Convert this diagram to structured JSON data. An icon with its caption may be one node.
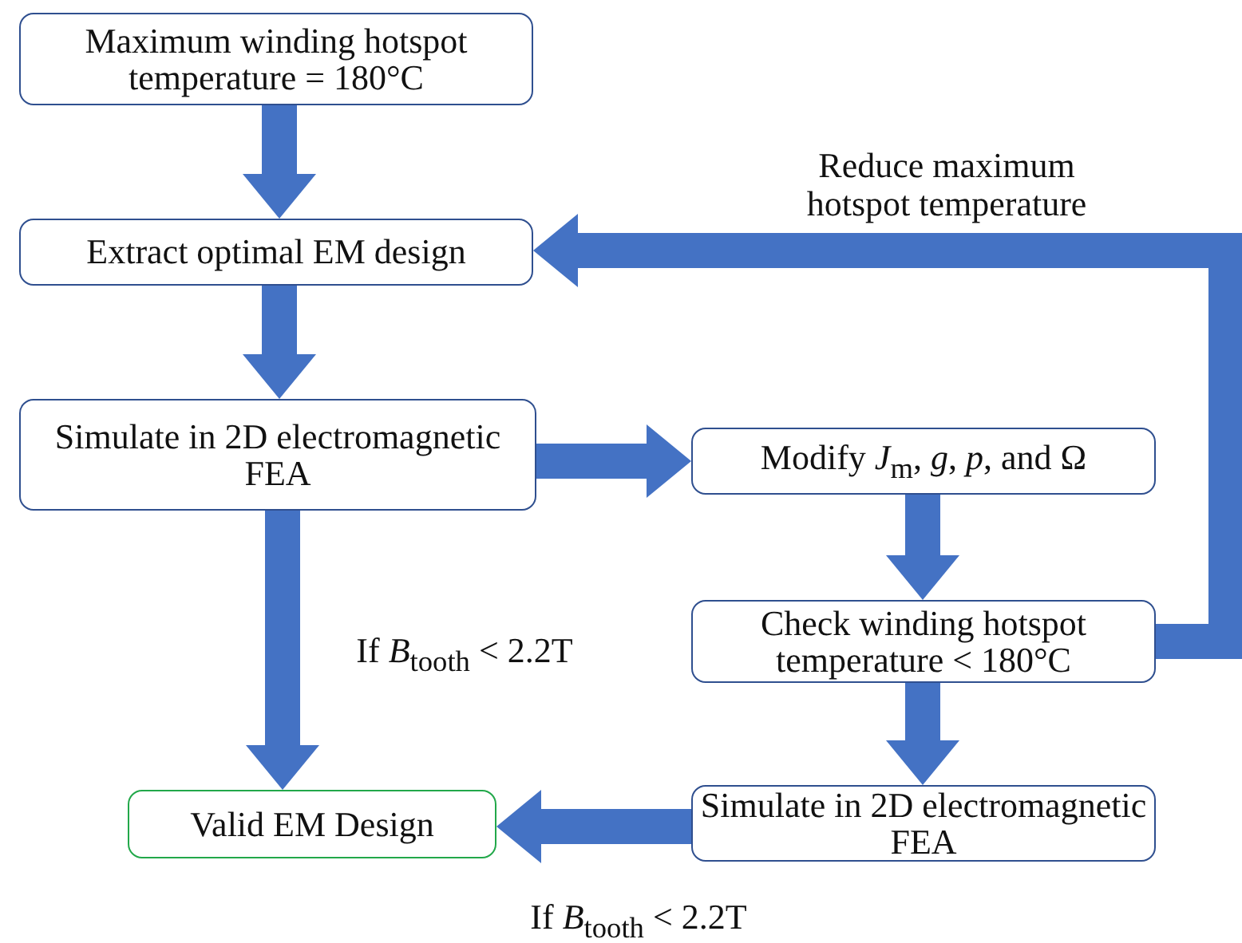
{
  "diagram": {
    "nodes": [
      {
        "text": [
          "Maximum winding hotspot temperature = 180°C"
        ]
      },
      {
        "text": [
          "Extract optimal EM design"
        ]
      },
      {
        "text": [
          "Simulate in 2D electromagnetic FEA"
        ]
      },
      {
        "text": [
          "Modify *J*$_{m}$, *g*, *p*, and Ω"
        ]
      },
      {
        "text": [
          "Check winding hotspot temperature < 180°C"
        ]
      },
      {
        "text": [
          "Valid EM Design"
        ]
      },
      {
        "text": [
          "Simulate in 2D electromagnetic FEA"
        ]
      }
    ],
    "edges": [
      {
        "from": 0,
        "to": 1,
        "arrow": "to"
      },
      {
        "from": 1,
        "to": 2,
        "arrow": "to"
      },
      {
        "from": 2,
        "to": 3,
        "arrow": "to"
      },
      {
        "from": 3,
        "to": 4,
        "arrow": "to"
      },
      {
        "from": 4,
        "to": 1,
        "arrow": "to",
        "label": "Reduce maximum hotspot temperature"
      },
      {
        "from": 2,
        "to": 5,
        "arrow": "to",
        "label": "If *B*$_{tooth}$ < 2.2T"
      },
      {
        "from": 4,
        "to": 6,
        "arrow": "to"
      },
      {
        "from": 6,
        "to": 5,
        "arrow": "to",
        "label": "If *B*$_{tooth}$ < 2.2T"
      }
    ]
  }
}
